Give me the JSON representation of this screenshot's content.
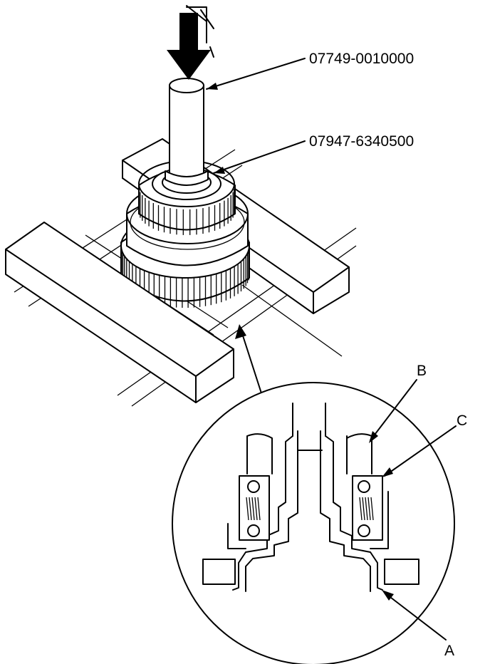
{
  "labels": {
    "tool_press": "07749-0010000",
    "tool_driver": "07947-6340500",
    "callout_a": "A",
    "callout_b": "B",
    "callout_c": "C"
  },
  "colors": {
    "line": "#000000",
    "background": "#ffffff",
    "shade": "#c8c8c8"
  }
}
